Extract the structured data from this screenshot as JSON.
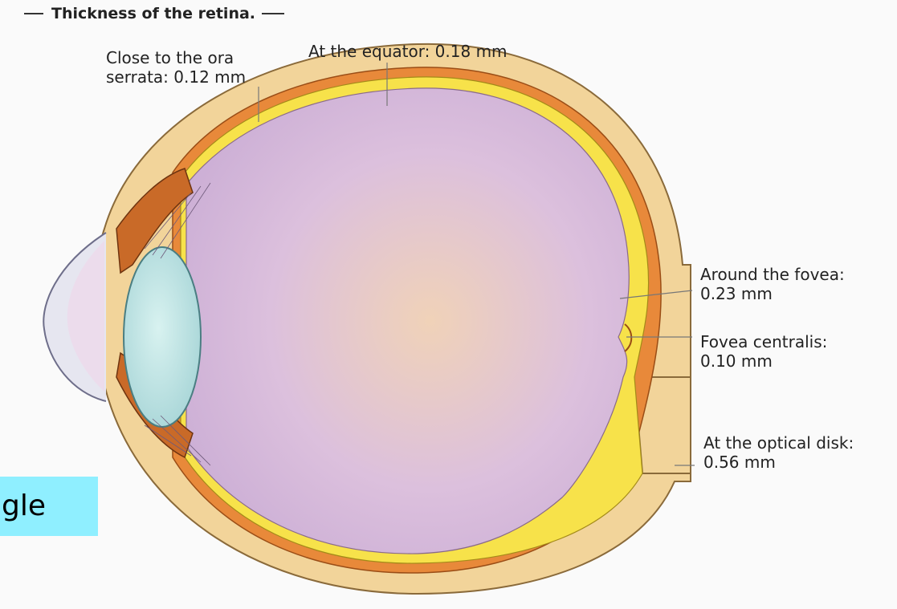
{
  "title": "Thickness of the retina.",
  "labels": {
    "ora_serrata": [
      "Close to the ora",
      "serrata: 0.12 mm"
    ],
    "equator": "At the equator: 0.18 mm",
    "around_fovea": [
      "Around the fovea:",
      "0.23 mm"
    ],
    "fovea_centralis": [
      "Fovea centralis:",
      "0.10 mm"
    ],
    "optical_disk": [
      "At the optical disk:",
      "0.56 mm"
    ]
  },
  "corner_text": "gle",
  "colors": {
    "sclera": "#f2d49a",
    "choroid": "#e8893a",
    "retina": "#f7e24a",
    "vitreous": "#dcc2df",
    "lens": "#b9e3e3",
    "corner_bg": "#8fefff"
  }
}
